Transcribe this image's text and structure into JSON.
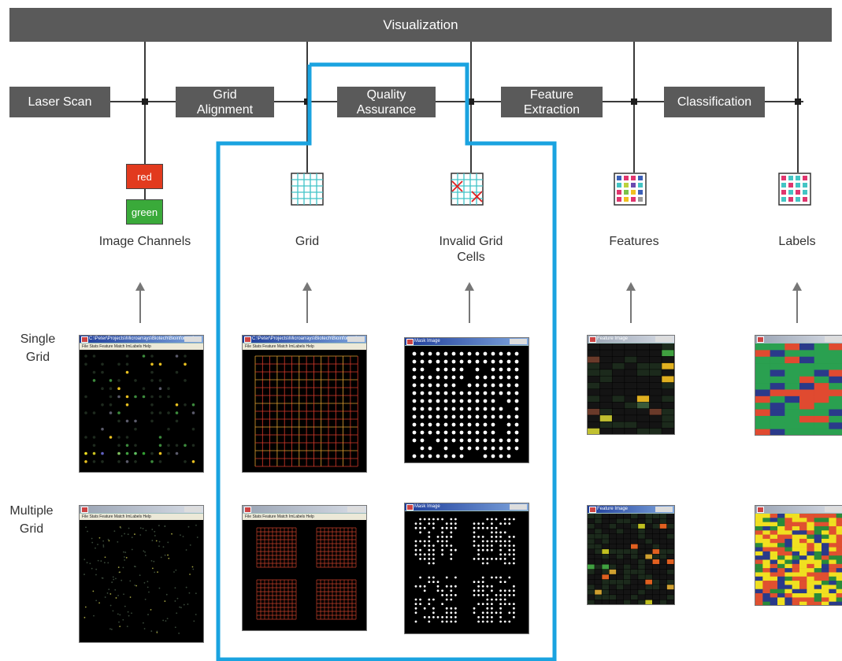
{
  "header": {
    "title": "Visualization"
  },
  "pipeline": {
    "stages": [
      {
        "label": "Laser Scan"
      },
      {
        "label": "Grid Alignment"
      },
      {
        "label": "Quality Assurance"
      },
      {
        "label": "Feature Extraction"
      },
      {
        "label": "Classification"
      }
    ]
  },
  "channels": {
    "red": "red",
    "green": "green"
  },
  "outputs": [
    {
      "label": "Image Channels"
    },
    {
      "label": "Grid"
    },
    {
      "label": "Invalid Grid Cells"
    },
    {
      "label": "Features"
    },
    {
      "label": "Labels"
    }
  ],
  "rows": [
    {
      "label": "Single Grid"
    },
    {
      "label": "Multiple Grid"
    }
  ],
  "windows": {
    "path_title": "C:\\Peter\\Projects\\Microarrays\\Biotech\\Bioinformatics",
    "mask_title": "Mask Image",
    "feature_title": "Feature Image",
    "menu": "File   Stats   Feature   Match   ImLabels   Help"
  },
  "colors": {
    "highlight": "#1aa3e0",
    "stage_fill": "#5a5a5a",
    "channel_red": "#e23a1e",
    "channel_green": "#3aaa3a",
    "grid_line": "#40c4c8",
    "invalid_mark": "#e02020"
  }
}
